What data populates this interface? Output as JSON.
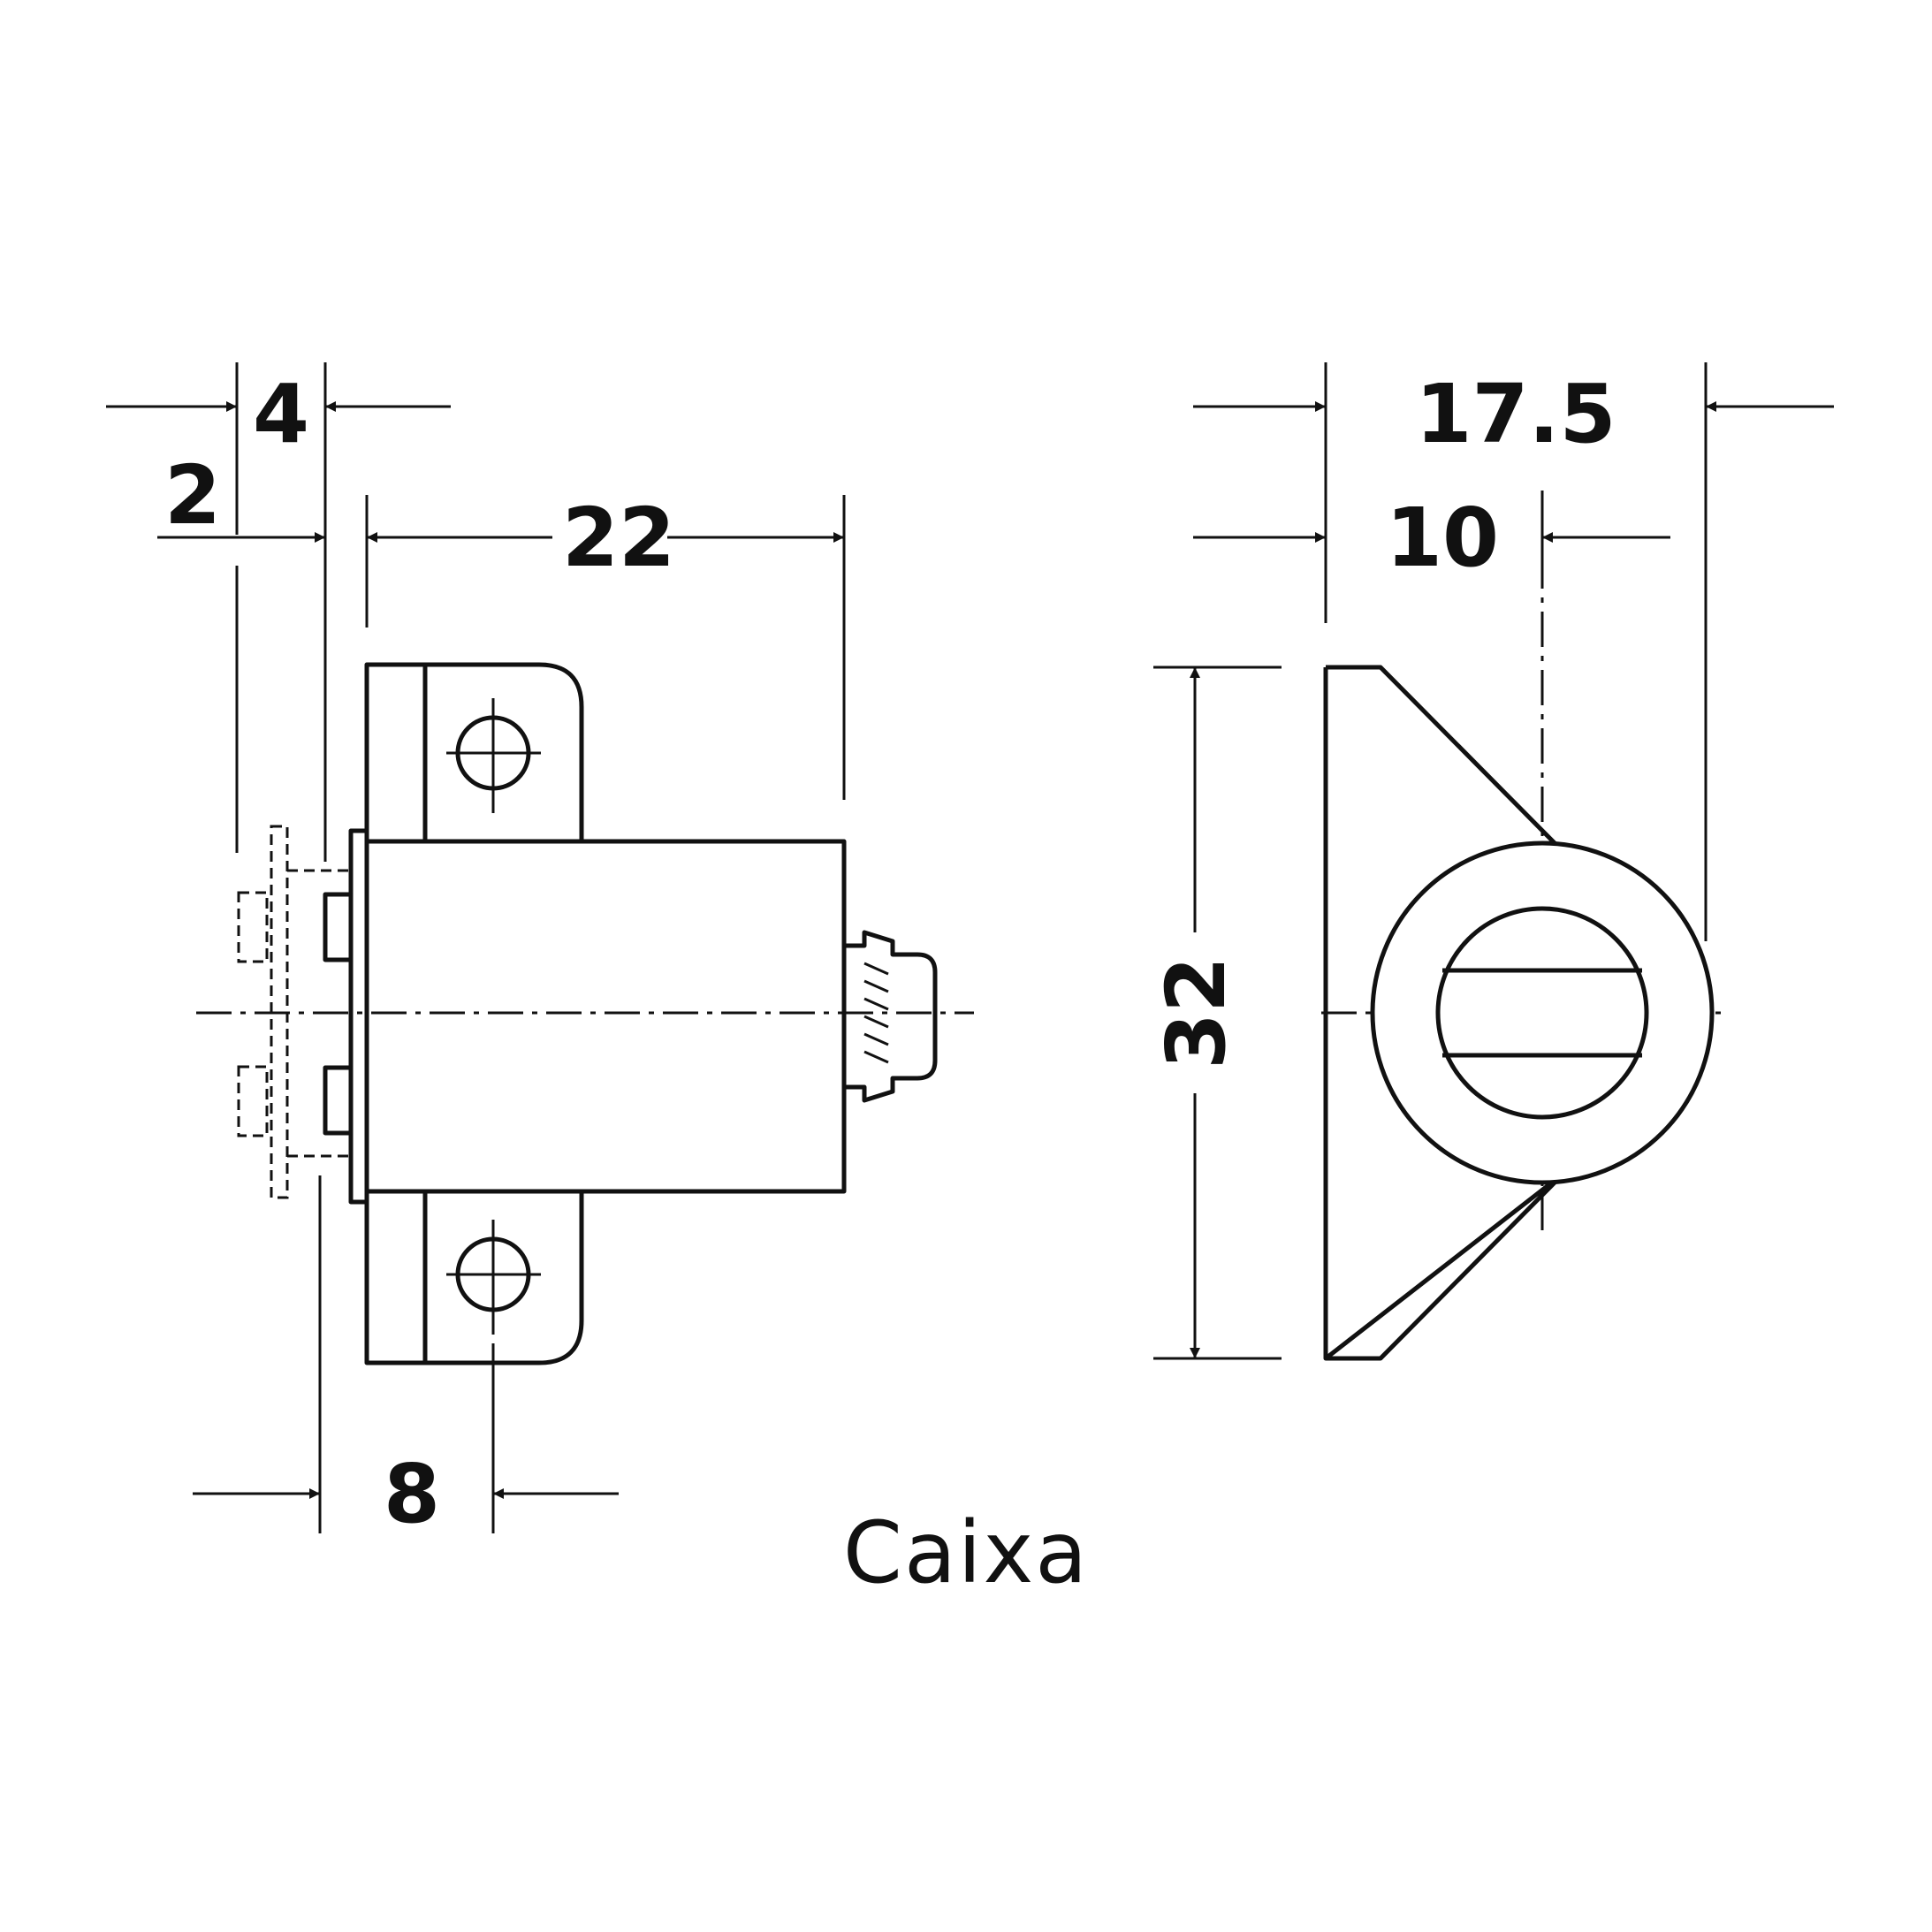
{
  "colors": {
    "line": "#111111",
    "background": "#ffffff"
  },
  "dimensions": {
    "d4": "4",
    "d2": "2",
    "d22": "22",
    "d8": "8",
    "d17_5": "17.5",
    "d10": "10",
    "d32": "32"
  },
  "caption": "Caixa"
}
